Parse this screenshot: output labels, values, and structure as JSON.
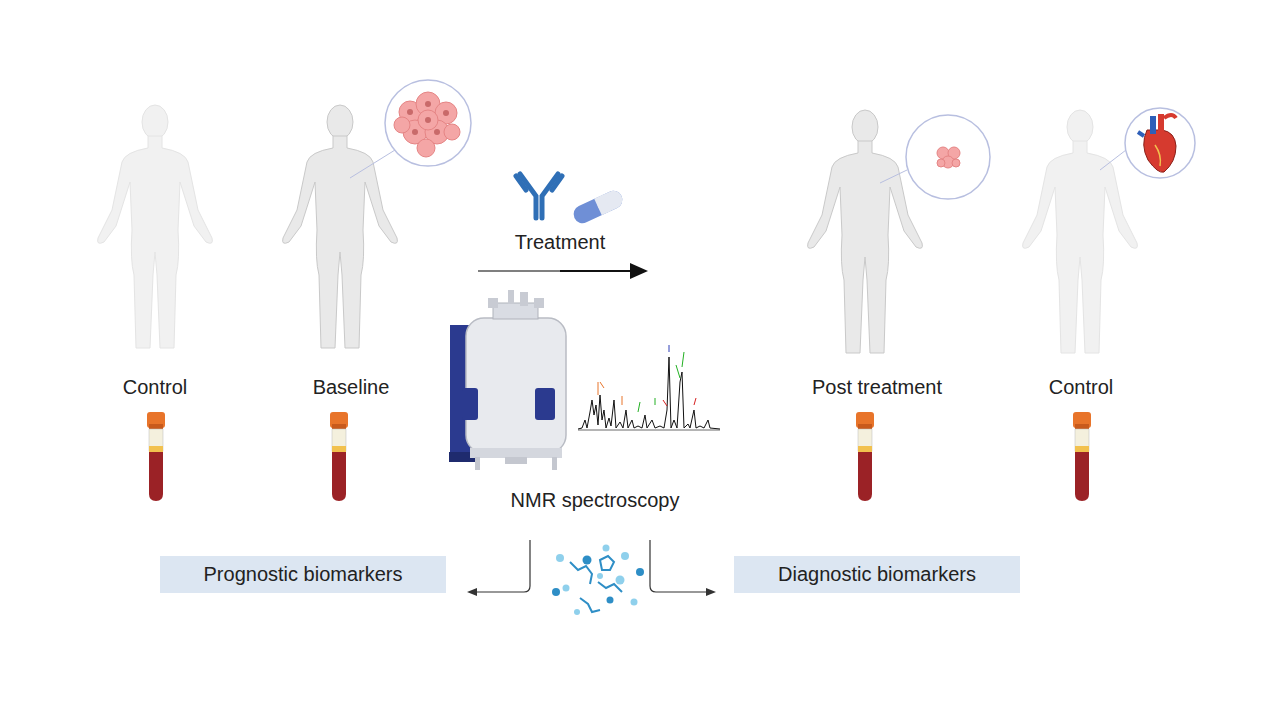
{
  "diagram": {
    "nodes": [
      {
        "text": [
          "Prognostic biomarkers"
        ]
      },
      {
        "text": [
          "Diagnostic biomarkers"
        ]
      }
    ],
    "labels": [
      "Control",
      "Baseline",
      "Treatment",
      "NMR spectroscopy",
      "Post treatment",
      "Control"
    ]
  }
}
